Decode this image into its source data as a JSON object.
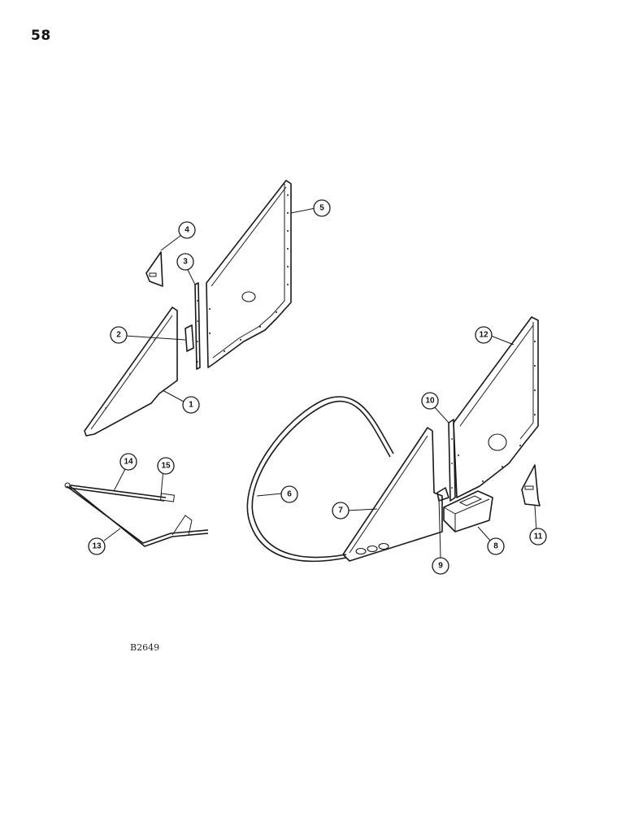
{
  "page_number": "58",
  "figure_code": "B2649",
  "callouts": [
    "1",
    "2",
    "3",
    "4",
    "5",
    "6",
    "7",
    "8",
    "9",
    "10",
    "11",
    "12",
    "13",
    "14",
    "15"
  ]
}
